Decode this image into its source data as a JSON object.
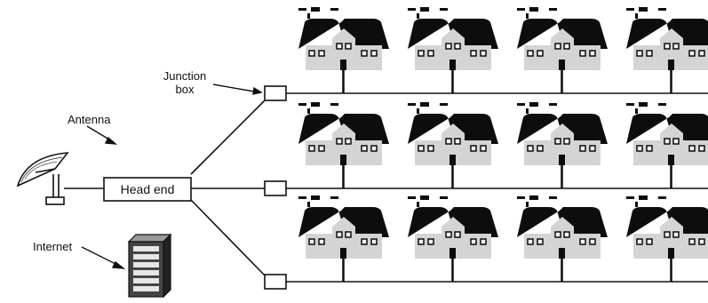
{
  "labels": {
    "junction_box_line1": "Junction",
    "junction_box_line2": "box",
    "antenna": "Antenna",
    "head_end": "Head end",
    "internet": "Internet"
  },
  "colors": {
    "line": "#111111",
    "roof": "#0d0d0d",
    "wall": "#d4d4d4",
    "window": "#f4f4f4"
  },
  "icons": {
    "antenna": "satellite-dish-icon",
    "server": "server-rack-icon",
    "house": "house-icon"
  }
}
